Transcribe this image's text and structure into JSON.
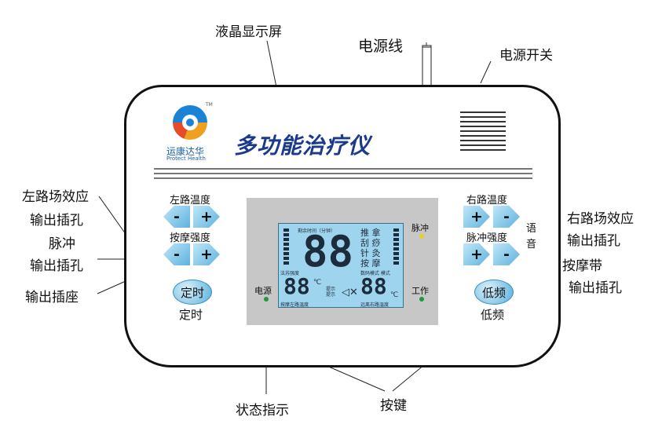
{
  "callouts": {
    "lcd_screen": "液晶显示屏",
    "power_cord": "电源线",
    "power_switch": "电源开关",
    "left_field_1": "左路场效应",
    "left_field_2": "输出插孔",
    "pulse_out_1": "脉冲",
    "pulse_out_2": "输出插孔",
    "output_socket": "输出插座",
    "right_field_1": "右路场效应",
    "right_field_2": "输出插孔",
    "massage_belt_1": "按摩带",
    "massage_belt_2": "输出插孔",
    "status_indicator": "状态指示",
    "keys": "按键"
  },
  "device": {
    "logo_cn": "运康达华",
    "logo_en": "Protect Health",
    "tm": "TM",
    "title": "多功能治疗仪",
    "left_temp_label": "左路温度",
    "massage_strength_label": "按摩强度",
    "right_temp_label": "右路温度",
    "pulse_strength_label": "脉冲强度",
    "voice_label": "语音",
    "timer_button": "定时",
    "timer_label": "定时",
    "low_freq_button": "低频",
    "low_freq_label": "低频",
    "minus": "-",
    "plus": "+",
    "power_indicator": "电源",
    "work_indicator": "工作",
    "pulse_indicator": "脉冲"
  },
  "lcd": {
    "big_digits": "88",
    "left_digits": "88",
    "right_digits": "88",
    "unit_c": "℃",
    "modes": [
      "推 拿",
      "刮 痧",
      "针 灸",
      "按 摩"
    ],
    "time_label": "剩余时间（分钟）",
    "left_strength": "法苏强度",
    "left_temp": "按摩左路温度",
    "mode_label": "数码模式  模式",
    "right_temp": "远离右路温度",
    "prompt": "提示 提示"
  },
  "colors": {
    "title": "#1a3a8c",
    "button_blue": "#5fb2de",
    "lcd_bg": "#9fd4ee",
    "panel_gray": "#c7c7c7",
    "led_green": "#1a9a3a",
    "led_yellow": "#e8d020"
  }
}
